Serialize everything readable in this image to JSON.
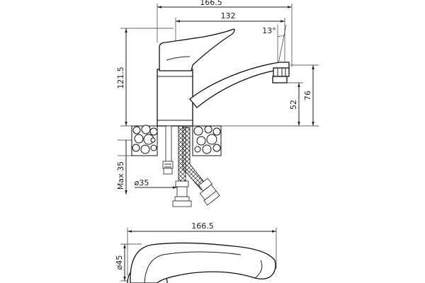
{
  "dimensions": {
    "overall_length_top": "166.5",
    "spout_reach": "132",
    "spout_angle": "13°",
    "total_height": "121.5",
    "spout_height": "76",
    "aerator_height": "52",
    "max_counter_thickness": "Max 35",
    "mounting_hole": "ø35",
    "overall_length_plan": "166.5",
    "base_diameter": "ø45"
  },
  "colors": {
    "line": "#222222",
    "background": "#ffffff"
  }
}
